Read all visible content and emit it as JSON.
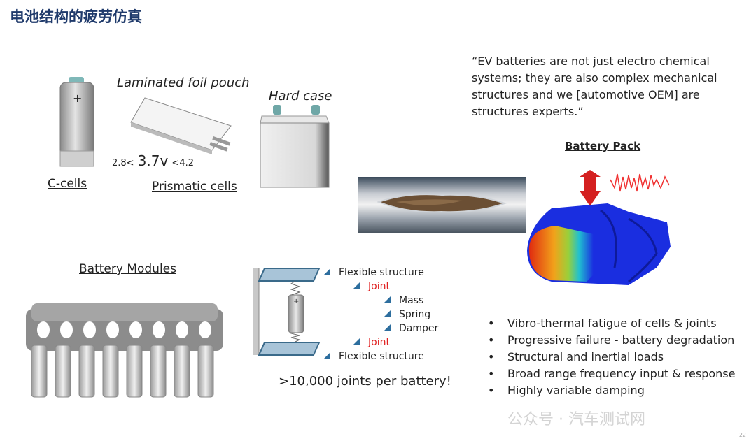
{
  "title": "电池结构的疲劳仿真",
  "cells": {
    "c_cells_label": "C-cells",
    "pouch_label": "Laminated foil pouch",
    "hard_case_label": "Hard case",
    "voltage_min": "2.8<",
    "voltage_nominal": "3.7v",
    "voltage_max": "<4.2",
    "prismatic_label": "Prismatic cells",
    "plus_sign": "+",
    "minus_sign": "-"
  },
  "modules_label": "Battery Modules",
  "joint_model": {
    "items": [
      {
        "text": "Flexible structure",
        "level": 0,
        "red": false
      },
      {
        "text": "Joint",
        "level": 1,
        "red": true
      },
      {
        "text": "Mass",
        "level": 2,
        "red": false
      },
      {
        "text": "Spring",
        "level": 2,
        "red": false
      },
      {
        "text": "Damper",
        "level": 2,
        "red": false
      },
      {
        "text": "Joint",
        "level": 1,
        "red": true
      },
      {
        "text": "Flexible structure",
        "level": 0,
        "red": false
      }
    ],
    "joints_text": ">10,000 joints per battery!"
  },
  "quote": "“EV batteries are not just electro chemical systems; they are also  complex mechanical structures and  we [automotive OEM] are structures  experts.”",
  "battery_pack_label": "Battery Pack",
  "bullets": [
    "Vibro-thermal fatigue of cells & joints",
    "Progressive failure - battery degradation",
    "Structural and inertial loads",
    "Broad range frequency input & response",
    "Highly variable damping"
  ],
  "page_number": "22",
  "watermark": "公众号 · 汽车测试网",
  "colors": {
    "title": "#1f3a6b",
    "tree_marker": "#2d6e9e",
    "joint_red": "#e02020",
    "arrow_red": "#d42020",
    "pack_blue": "#1a2ee0"
  }
}
